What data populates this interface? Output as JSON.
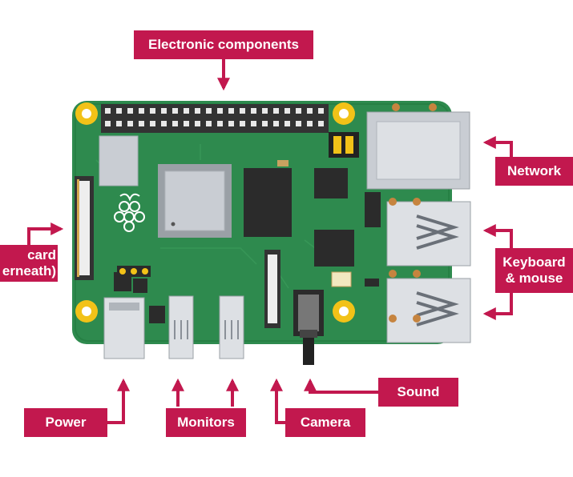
{
  "labels": {
    "electronic": "Electronic components",
    "network": "Network",
    "keyboard_line1": "Keyboard",
    "keyboard_line2": "& mouse",
    "sd_line1": "card",
    "sd_line2": "erneath)",
    "power": "Power",
    "monitors": "Monitors",
    "camera": "Camera",
    "sound": "Sound"
  },
  "colors": {
    "label_bg": "#c2184e",
    "label_text": "#ffffff",
    "board": "#2e8a4e",
    "mount_hole": "#f2c218"
  }
}
